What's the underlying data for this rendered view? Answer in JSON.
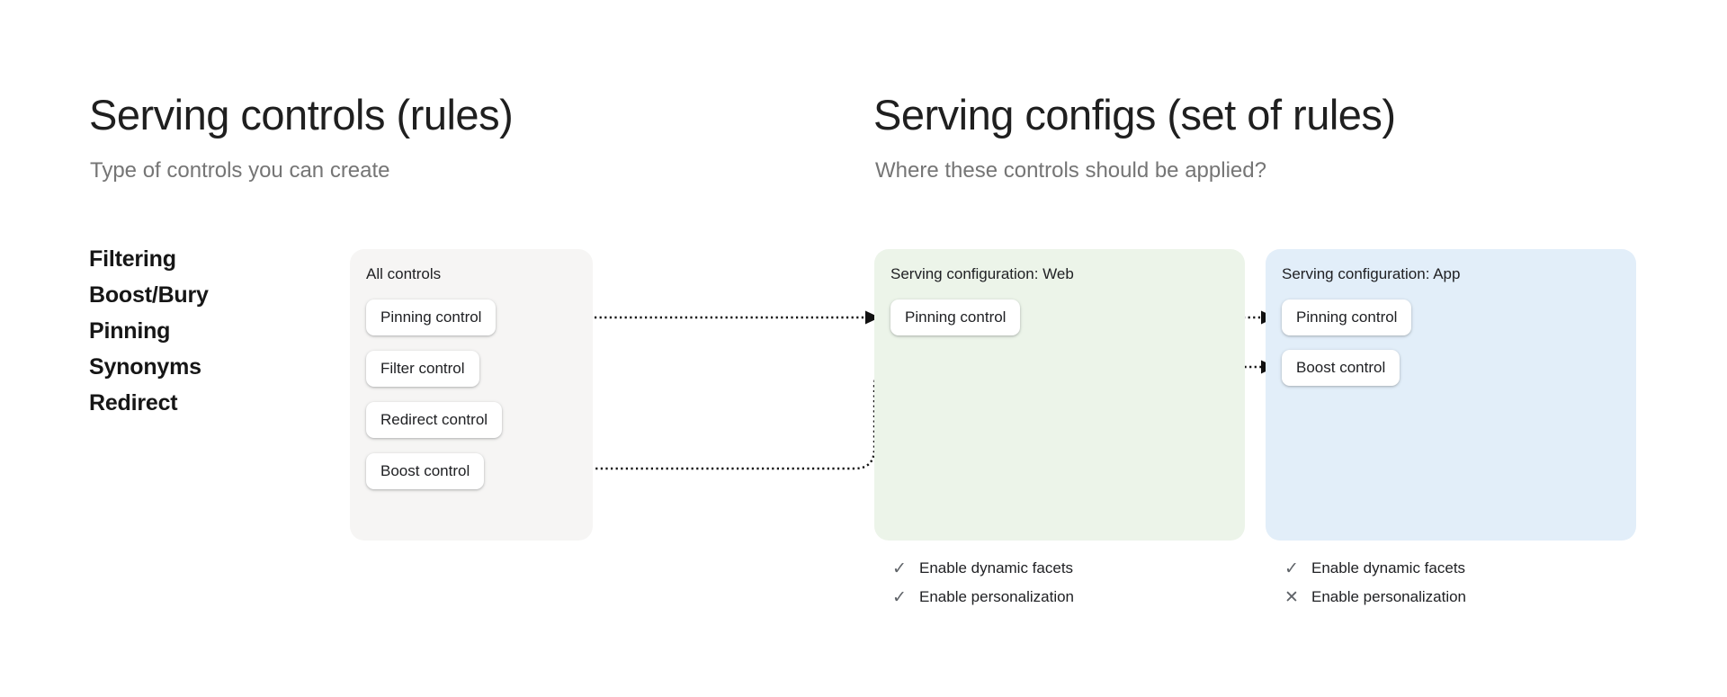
{
  "left_section": {
    "title": "Serving controls (rules)",
    "subtitle": "Type of controls you can create",
    "control_types": [
      "Filtering",
      "Boost/Bury",
      "Pinning",
      "Synonyms",
      "Redirect"
    ]
  },
  "right_section": {
    "title": "Serving configs (set of rules)",
    "subtitle": "Where these controls should be applied?"
  },
  "cards": {
    "all_controls": {
      "title": "All controls",
      "controls": [
        "Pinning control",
        "Filter control",
        "Redirect control",
        "Boost control"
      ]
    },
    "web": {
      "title": "Serving configuration: Web",
      "controls": [
        "Pinning control"
      ],
      "settings": [
        {
          "state": "enabled",
          "label": "Enable dynamic facets"
        },
        {
          "state": "enabled",
          "label": "Enable personalization"
        }
      ]
    },
    "app": {
      "title": "Serving configuration: App",
      "controls": [
        "Pinning control",
        "Boost control"
      ],
      "settings": [
        {
          "state": "enabled",
          "label": "Enable dynamic facets"
        },
        {
          "state": "disabled",
          "label": "Enable personalization"
        }
      ]
    }
  },
  "icons": {
    "check": "✓",
    "cross": "✕"
  },
  "colors": {
    "all_controls_card": "#f6f5f4",
    "web_card": "#ecf4e9",
    "app_card": "#e2eef9",
    "arrow": "#111111",
    "subtitle_text": "#757575"
  }
}
